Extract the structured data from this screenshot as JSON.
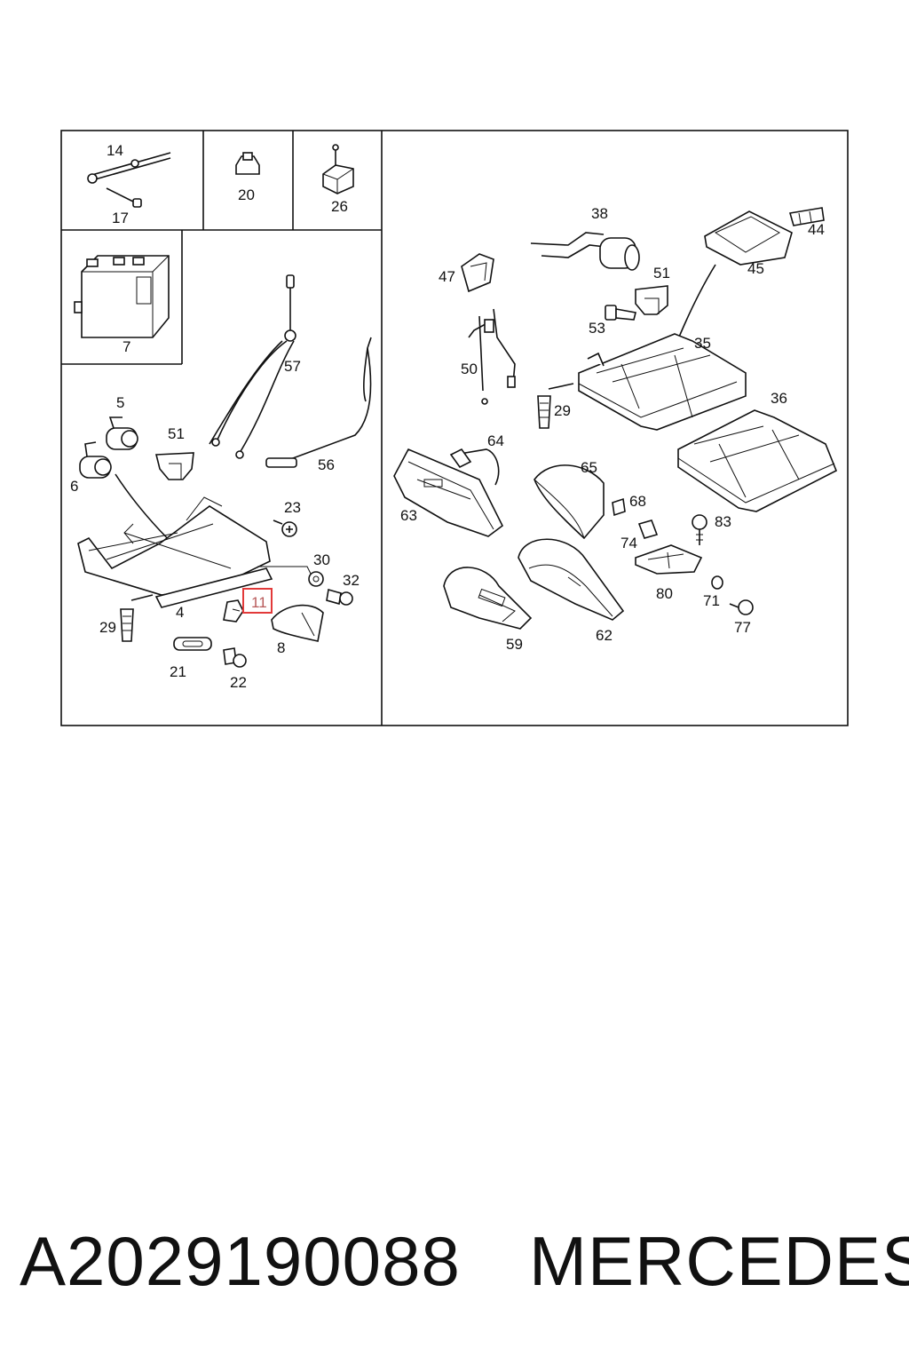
{
  "diagram": {
    "callouts": {
      "c14": "14",
      "c17": "17",
      "c20": "20",
      "c26": "26",
      "c7": "7",
      "c57": "57",
      "c56": "56",
      "c5": "5",
      "c6": "6",
      "c51a": "51",
      "c23": "23",
      "c30": "30",
      "c32": "32",
      "c4": "4",
      "c29a": "29",
      "c11": "11",
      "c8": "8",
      "c21": "21",
      "c22": "22",
      "c38": "38",
      "c44": "44",
      "c45": "45",
      "c47": "47",
      "c51b": "51",
      "c53": "53",
      "c35": "35",
      "c50": "50",
      "c29b": "29",
      "c36": "36",
      "c64": "64",
      "c65": "65",
      "c68": "68",
      "c63": "63",
      "c83": "83",
      "c74": "74",
      "c80": "80",
      "c71": "71",
      "c77": "77",
      "c59": "59",
      "c62": "62"
    },
    "highlighted_callout": "11",
    "highlight_color": "#e23a3a"
  },
  "caption": {
    "part_number": "A2029190088",
    "brand": "MERCEDES"
  }
}
